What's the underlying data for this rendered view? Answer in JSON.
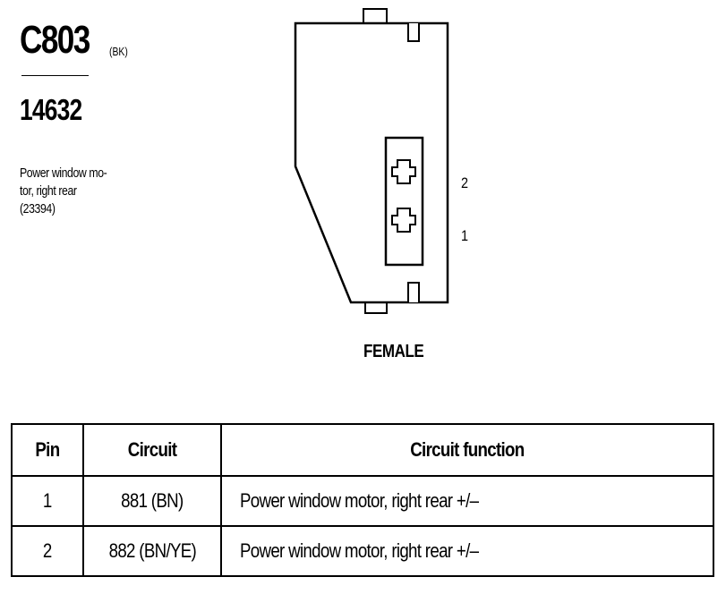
{
  "header": {
    "connector_id": "C803",
    "color_code": "(BK)",
    "part_number": "14632",
    "description_lines": [
      "Power window mo-",
      "tor, right rear",
      "(23394)"
    ]
  },
  "diagram": {
    "pin_labels": [
      "2",
      "1"
    ],
    "gender": "FEMALE"
  },
  "table": {
    "headers": [
      "Pin",
      "Circuit",
      "Circuit function"
    ],
    "rows": [
      {
        "pin": "1",
        "circuit": "881 (BN)",
        "function": "Power window motor, right rear  +/–"
      },
      {
        "pin": "2",
        "circuit": "882 (BN/YE)",
        "function": "Power window motor, right rear  +/–"
      }
    ]
  }
}
